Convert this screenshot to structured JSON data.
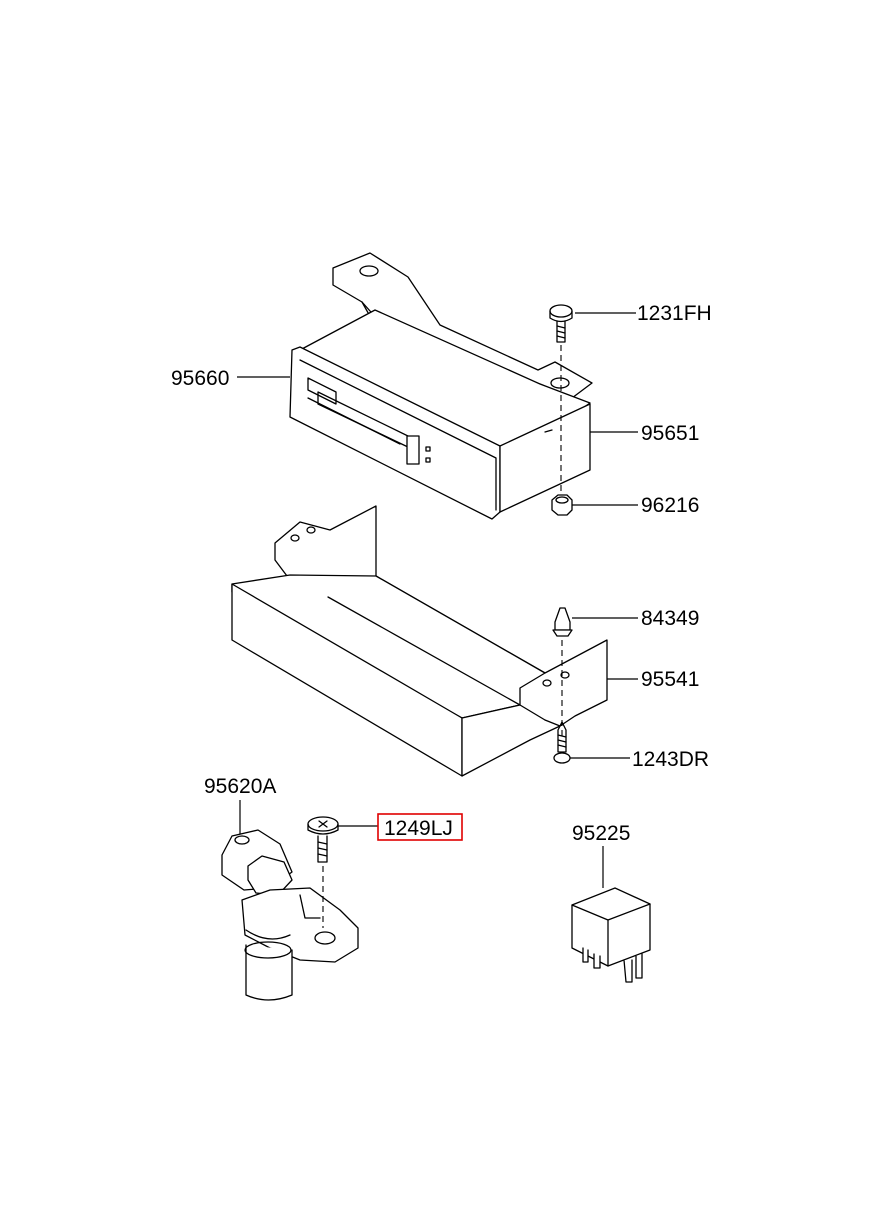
{
  "parts": [
    {
      "id": "1231FH",
      "label": "1231FH"
    },
    {
      "id": "95660",
      "label": "95660"
    },
    {
      "id": "95651",
      "label": "95651"
    },
    {
      "id": "96216",
      "label": "96216"
    },
    {
      "id": "84349",
      "label": "84349"
    },
    {
      "id": "95541",
      "label": "95541"
    },
    {
      "id": "1243DR",
      "label": "1243DR"
    },
    {
      "id": "95620A",
      "label": "95620A"
    },
    {
      "id": "1249LJ",
      "label": "1249LJ",
      "highlighted": true
    },
    {
      "id": "95225",
      "label": "95225"
    }
  ],
  "colors": {
    "line": "#000000",
    "highlight": "#e00000",
    "background": "#ffffff"
  }
}
